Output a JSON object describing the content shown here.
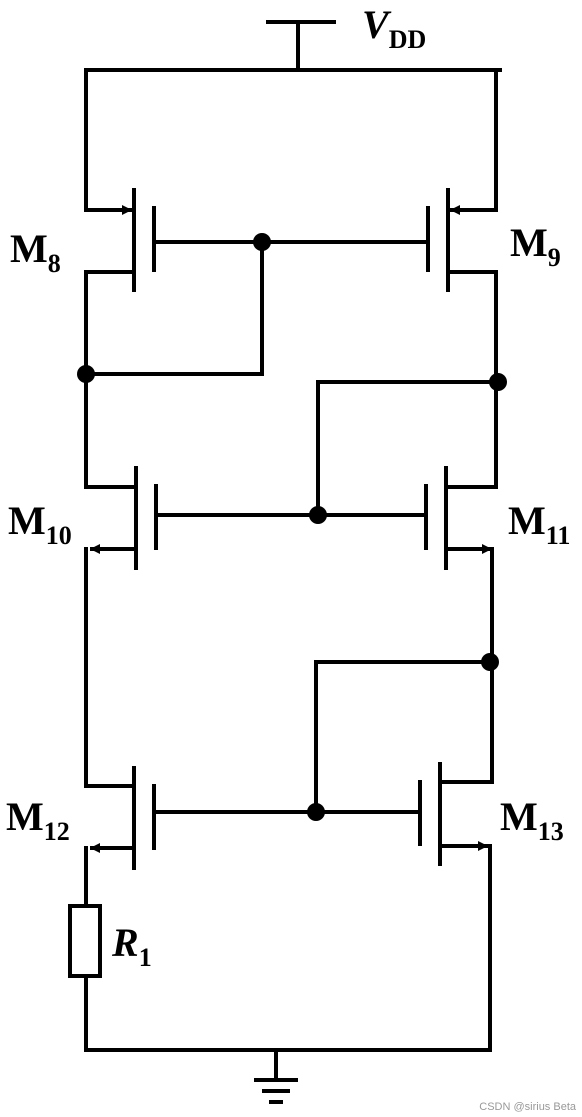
{
  "supply": {
    "symbol": "V",
    "subscript": "DD"
  },
  "transistors": {
    "m8": {
      "symbol": "M",
      "subscript": "8",
      "type": "pmos"
    },
    "m9": {
      "symbol": "M",
      "subscript": "9",
      "type": "pmos"
    },
    "m10": {
      "symbol": "M",
      "subscript": "10",
      "type": "nmos"
    },
    "m11": {
      "symbol": "M",
      "subscript": "11",
      "type": "nmos"
    },
    "m12": {
      "symbol": "M",
      "subscript": "12",
      "type": "nmos"
    },
    "m13": {
      "symbol": "M",
      "subscript": "13",
      "type": "nmos"
    }
  },
  "resistor": {
    "symbol": "R",
    "subscript": "1"
  },
  "watermark": "CSDN @sirius  Beta",
  "colors": {
    "ink": "#000000",
    "background": "#ffffff",
    "watermark": "#999999"
  }
}
